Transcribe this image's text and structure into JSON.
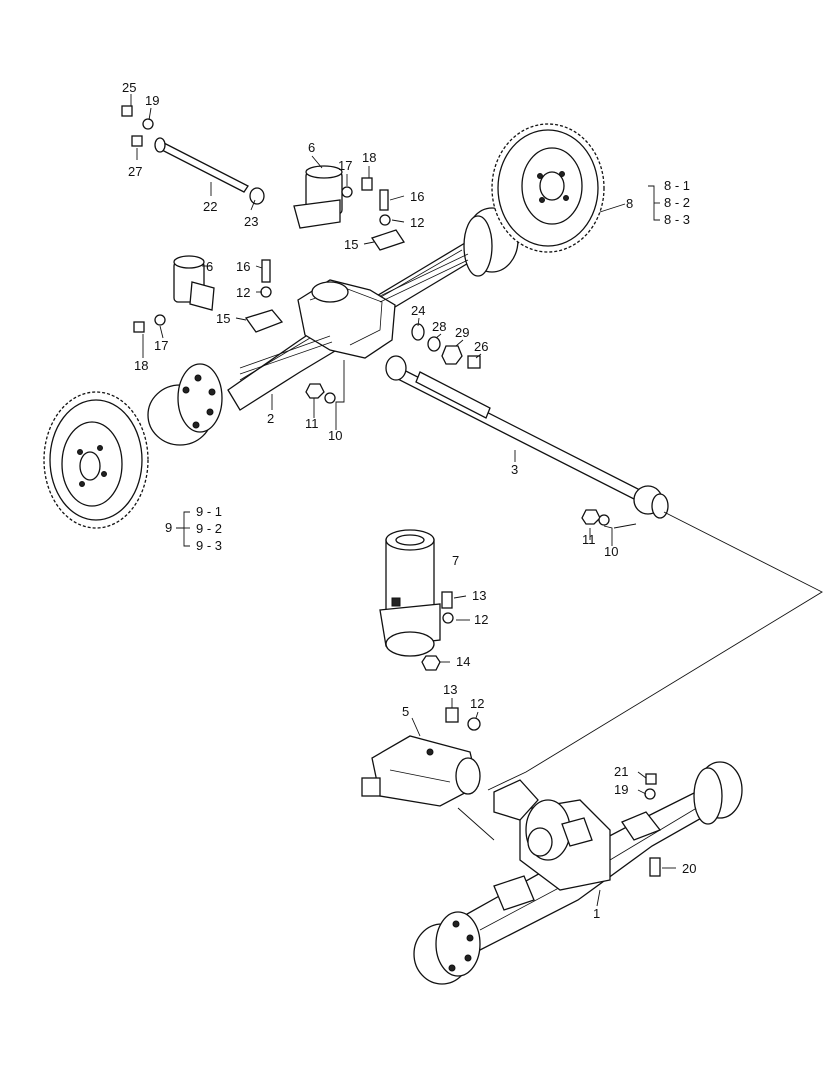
{
  "callouts": {
    "c1": "1",
    "c2": "2",
    "c3": "3",
    "c5": "5",
    "c6a": "6",
    "c6b": "6",
    "c7": "7",
    "c8": "8",
    "c9": "9",
    "c10a": "10",
    "c10b": "10",
    "c11a": "11",
    "c11b": "11",
    "c12a": "12",
    "c12b": "12",
    "c12c": "12",
    "c12d": "12",
    "c13a": "13",
    "c13b": "13",
    "c14": "14",
    "c15a": "15",
    "c15b": "15",
    "c16a": "16",
    "c16b": "16",
    "c17a": "17",
    "c17b": "17",
    "c18a": "18",
    "c18b": "18",
    "c19a": "19",
    "c19b": "19",
    "c20": "20",
    "c21": "21",
    "c22": "22",
    "c23": "23",
    "c24": "24",
    "c25": "25",
    "c26": "26",
    "c27": "27",
    "c28": "28",
    "c29": "29",
    "c8_1": "8 - 1",
    "c8_2": "8 - 2",
    "c8_3": "8 - 3",
    "c9_1": "9 - 1",
    "c9_2": "9 - 2",
    "c9_3": "9 - 3"
  }
}
